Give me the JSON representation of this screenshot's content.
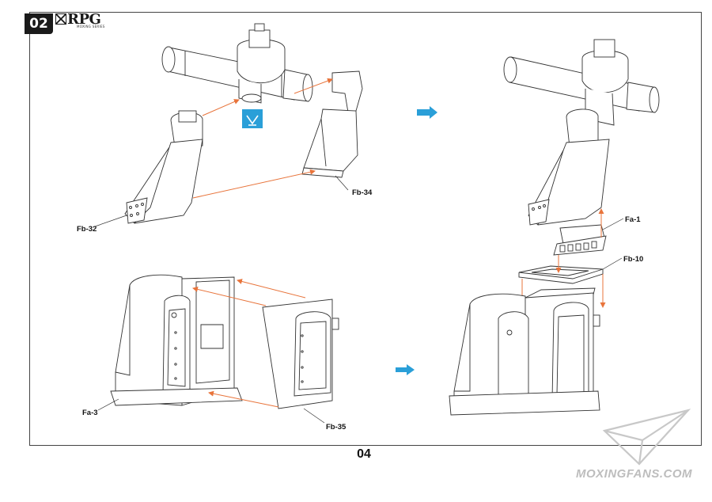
{
  "header": {
    "step_number": "02",
    "brand": "RPG",
    "brand_sub": "MOXING SERIES"
  },
  "parts": {
    "fb32": "Fb-32",
    "fb34": "Fb-34",
    "fa1": "Fa-1",
    "fb10": "Fb-10",
    "fa3": "Fa-3",
    "fb35": "Fb-35"
  },
  "footer": {
    "page_number": "04"
  },
  "watermark": {
    "text": "MOXINGFANS.COM"
  },
  "colors": {
    "arrow_orange": "#e8743b",
    "flow_blue": "#2a9fd8",
    "line": "#333333"
  },
  "icons": [
    "glue-icon",
    "flow-arrow-icon",
    "paper-plane-logo"
  ]
}
